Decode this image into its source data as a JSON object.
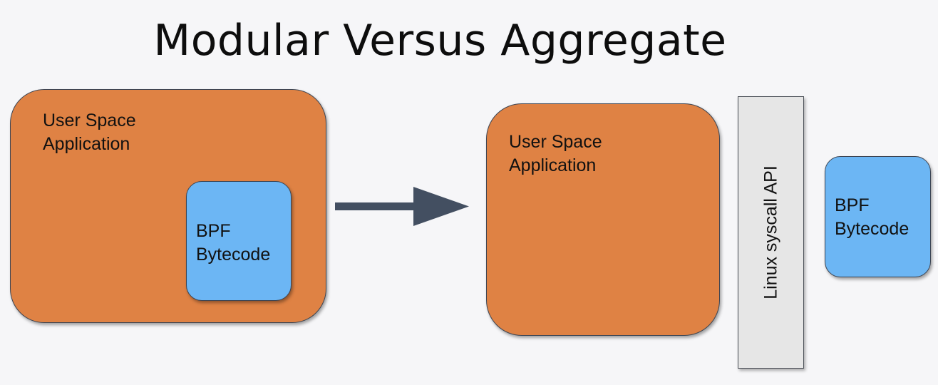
{
  "title": "Modular Versus Aggregate",
  "left": {
    "app_label": "User Space\nApplication",
    "bpf_label": "BPF\nBytecode"
  },
  "right": {
    "app_label": "User Space\nApplication",
    "syscall_label": "Linux syscall API",
    "bpf_label": "BPF\nBytecode"
  },
  "colors": {
    "background": "#f6f6f8",
    "app_fill": "#df8244",
    "bpf_fill": "#6cb6f4",
    "syscall_fill": "#e6e6e6",
    "arrow": "#434f61"
  }
}
